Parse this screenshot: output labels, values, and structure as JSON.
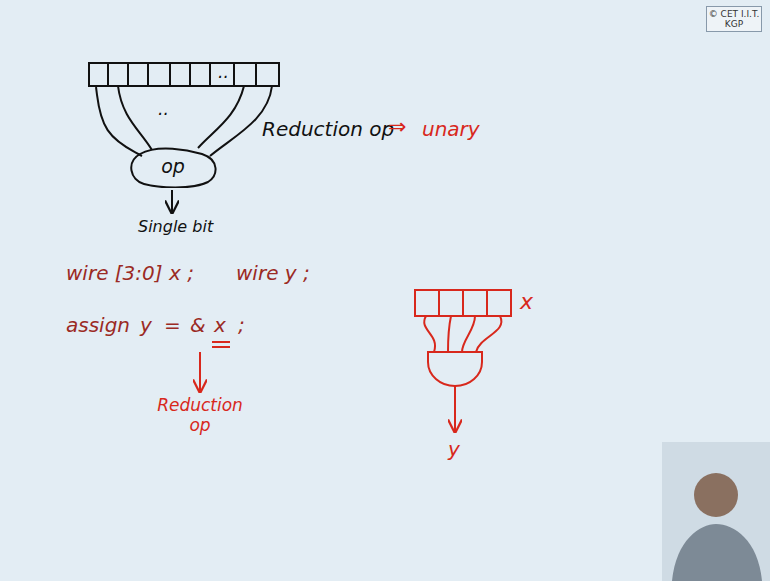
{
  "diagram": {
    "nodes": [
      {
        "text": [
          "© CET I.I.T. KGP"
        ]
      },
      {
        "text": [
          ".."
        ]
      },
      {
        "text": [
          "op"
        ]
      }
    ],
    "edges": [
      {
        "from": 1,
        "to": 2,
        "arrow": "none"
      }
    ],
    "labels": [
      "..",
      "Reduction op",
      "⇒",
      "unary",
      "Single bit",
      "wire [3:0] x ;",
      "wire y ;",
      "assign",
      "y",
      "=",
      "&",
      "x",
      ";",
      "Reduction op",
      "x",
      "y"
    ]
  }
}
